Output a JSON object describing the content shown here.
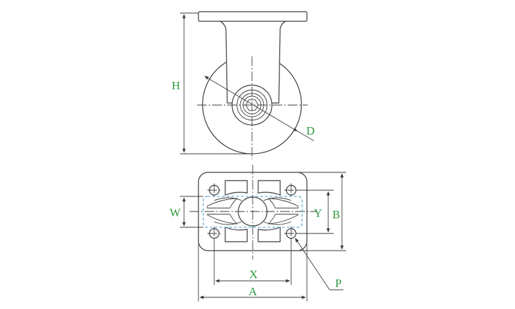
{
  "labels": {
    "H": "H",
    "D": "D",
    "W": "W",
    "Y": "Y",
    "B": "B",
    "X": "X",
    "A": "A",
    "P": "P"
  },
  "colors": {
    "label": "#2f9a3e",
    "line": "#3a3a3a",
    "dashed_outline": "#3aa0c8"
  }
}
